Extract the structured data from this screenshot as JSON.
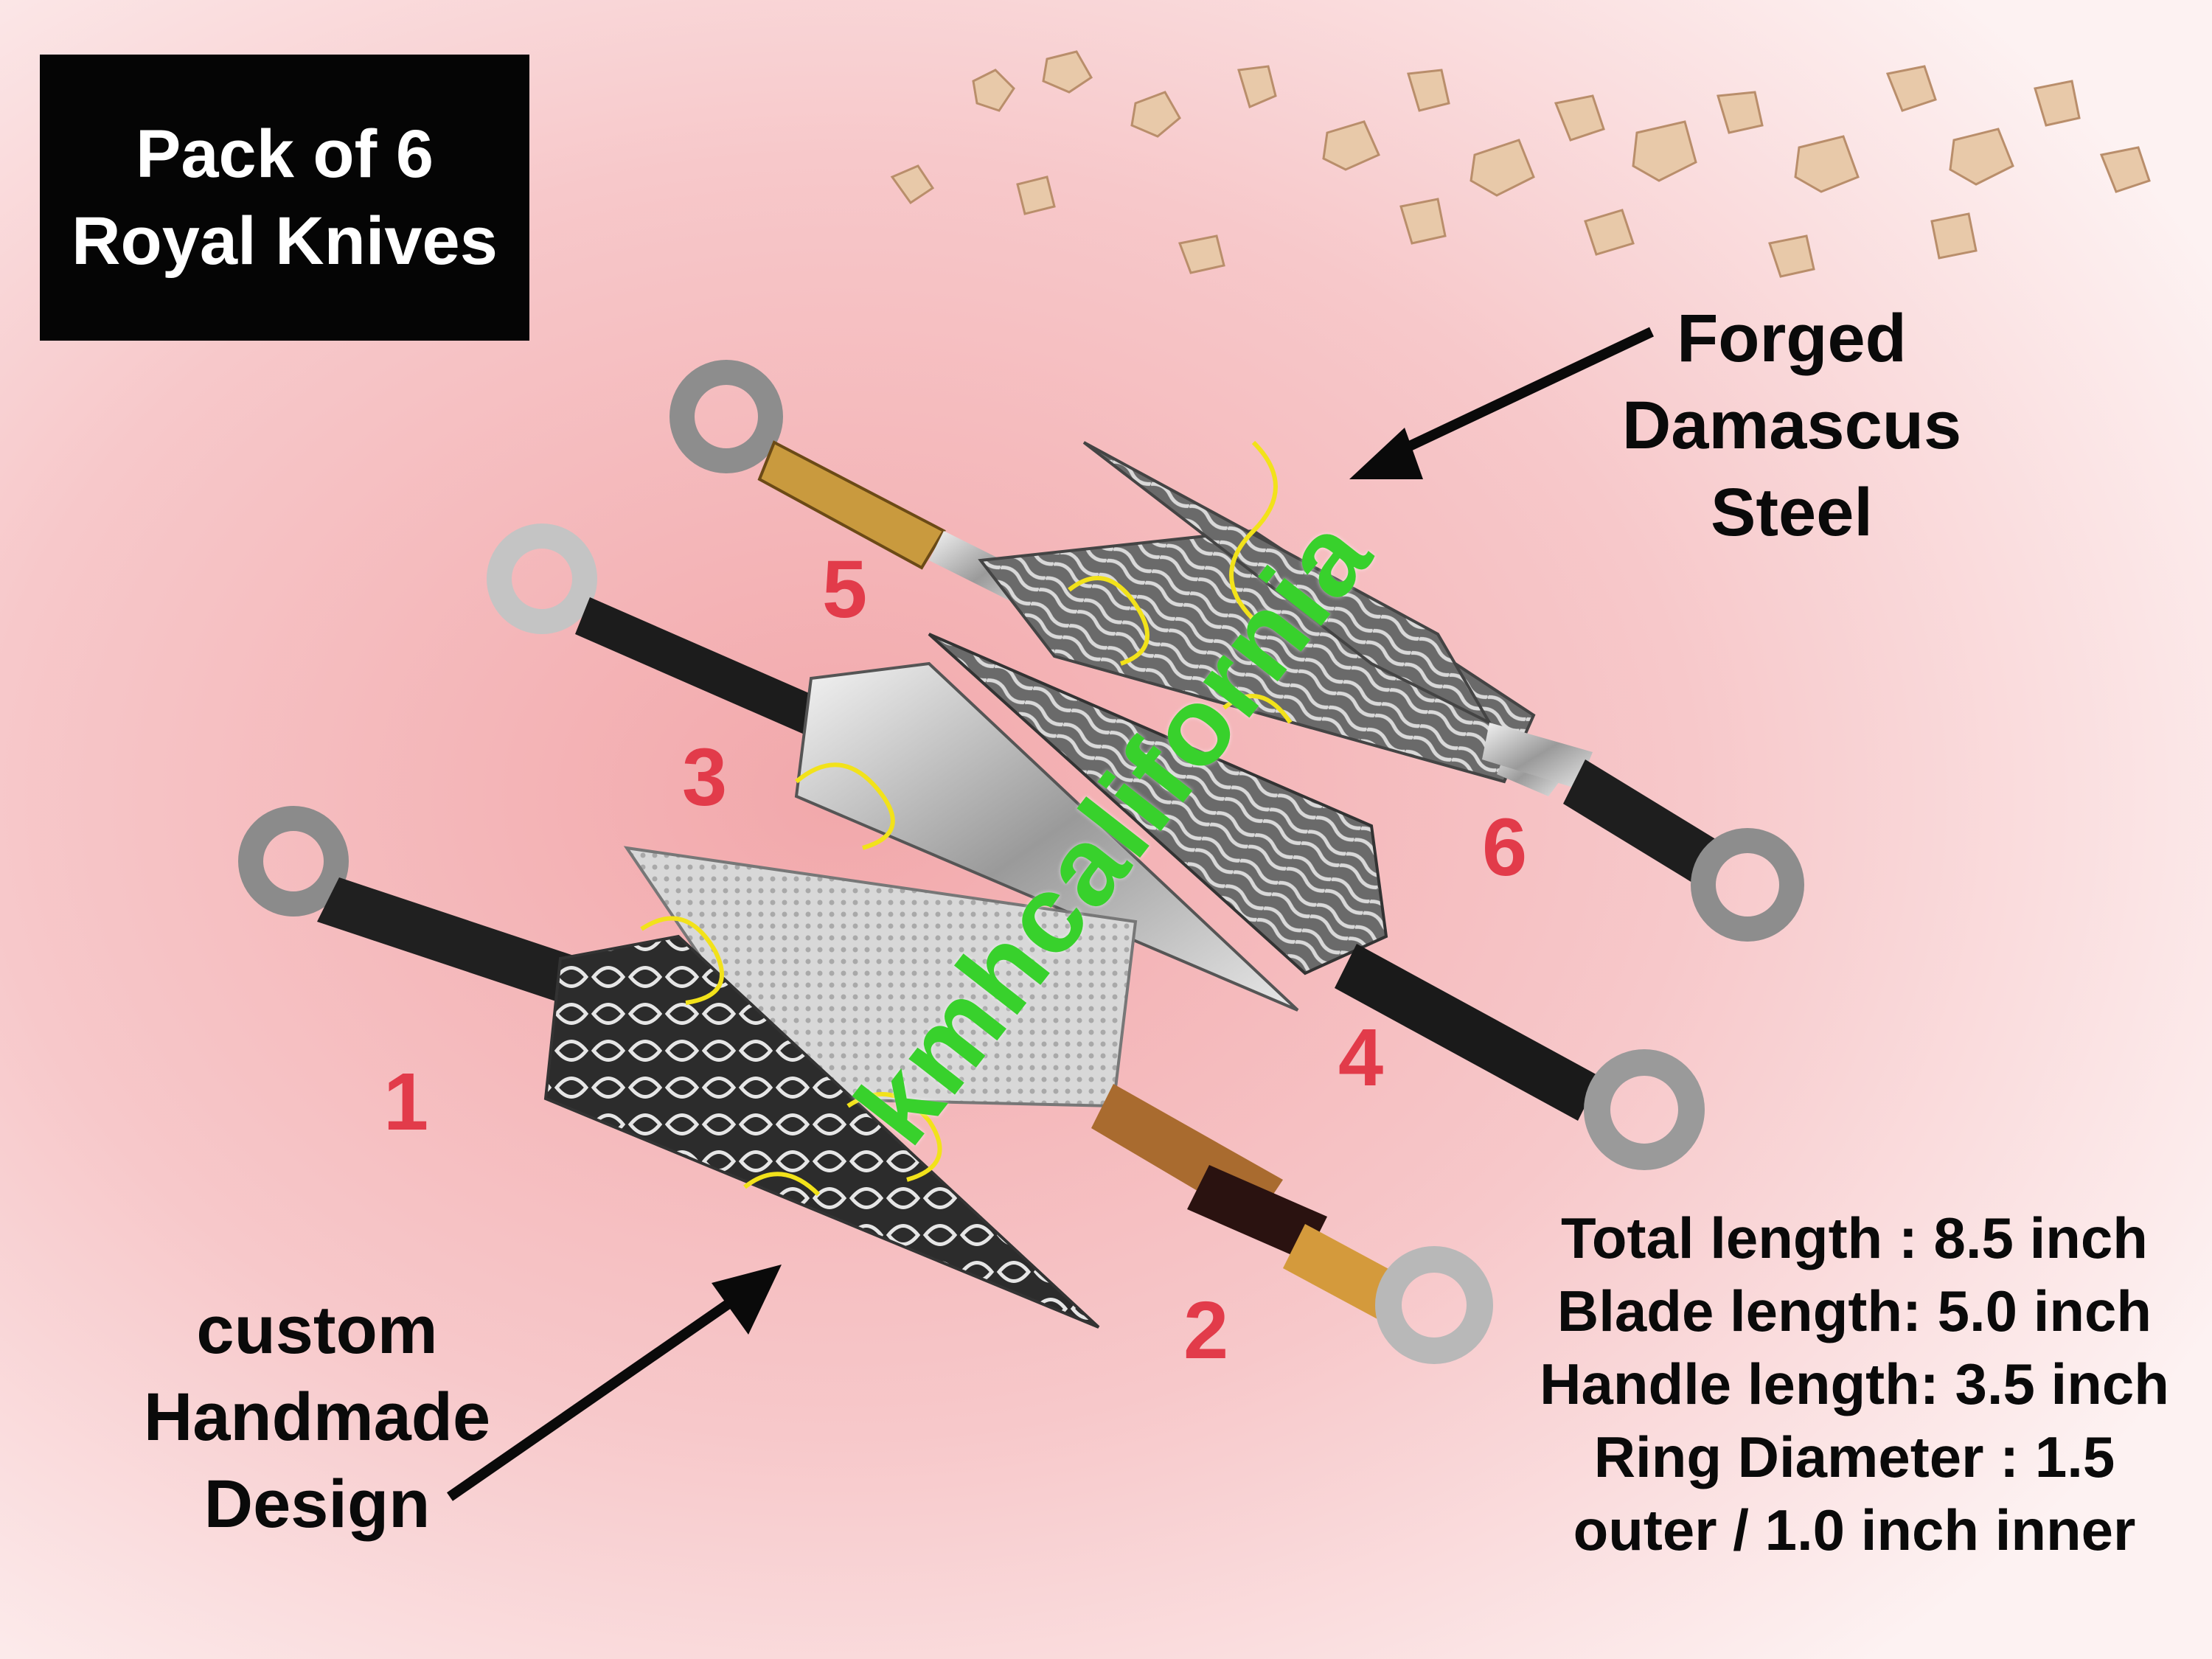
{
  "title_box": {
    "line1": "Pack of 6",
    "line2": "Royal Knives"
  },
  "callouts": {
    "forged": [
      "Forged",
      "Damascus",
      "Steel"
    ],
    "custom": [
      "custom",
      "Handmade",
      "Design"
    ]
  },
  "knife_numbers": [
    "1",
    "2",
    "3",
    "4",
    "5",
    "6"
  ],
  "specs": [
    "Total length : 8.5 inch",
    "Blade length: 5.0 inch",
    "Handle length: 3.5 inch",
    "Ring Diameter : 1.5",
    "outer / 1.0 inch inner"
  ],
  "watermark": "kmhcalifornia",
  "colors": {
    "background": "#f6c3c6",
    "label_red": "#e23b4a",
    "watermark_green": "#38d12c",
    "title_bg": "#050505"
  }
}
